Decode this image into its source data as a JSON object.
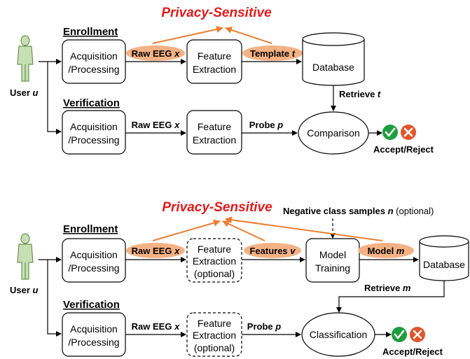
{
  "colors": {
    "privacy_red": "#E31B1B",
    "highlight_orange": "#ED7D31",
    "highlight_fill": "#F4B183",
    "accept_green": "#1E9E3E",
    "reject_orange": "#E2542A"
  },
  "icons": [
    "user-figure-icon",
    "accept-check-icon",
    "reject-x-icon",
    "database-cylinder-icon"
  ],
  "top": {
    "privacy": "Privacy-Sensitive",
    "enroll": "Enrollment",
    "verify": "Verification",
    "user_pre": "User ",
    "user_var": "u",
    "acq_l1": "Acquisition",
    "acq_l2": "/Processing",
    "raw_pre": "Raw EEG ",
    "raw_var": "x",
    "feat_l1": "Feature",
    "feat_l2": "Extraction",
    "tmpl_pre": "Template ",
    "tmpl_var": "t",
    "db": "Database",
    "retr_pre": "Retrieve ",
    "retr_var": "t",
    "probe_pre": "Probe ",
    "probe_var": "p",
    "compare": "Comparison",
    "accept": "Accept/Reject"
  },
  "bottom": {
    "privacy": "Privacy-Sensitive",
    "neg_pre": "Negative class samples ",
    "neg_var": "n",
    "neg_post": " (optional)",
    "enroll": "Enrollment",
    "verify": "Verification",
    "user_pre": "User ",
    "user_var": "u",
    "acq_l1": "Acquisition",
    "acq_l2": "/Processing",
    "raw_pre": "Raw EEG ",
    "raw_var": "x",
    "feat_l1": "Feature",
    "feat_l2": "Extraction",
    "feat_l3": "(optional)",
    "fv_pre": "Features ",
    "fv_var": "v",
    "model_l1": "Model",
    "model_l2": "Training",
    "mm_pre": "Model ",
    "mm_var": "m",
    "db": "Database",
    "retr_pre": "Retrieve ",
    "retr_var": "m",
    "probe_pre": "Probe ",
    "probe_var": "p",
    "classify": "Classification",
    "accept": "Accept/Reject"
  }
}
